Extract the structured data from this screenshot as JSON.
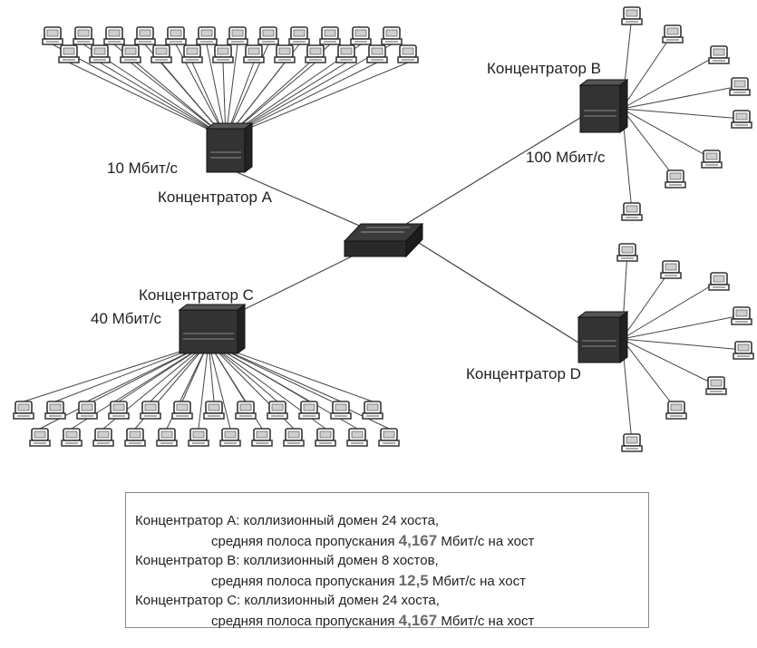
{
  "hubs": {
    "a": {
      "name": "Концентратор А",
      "speed": "10 Мбит/с"
    },
    "b": {
      "name": "Концентратор В",
      "speed": "100 Мбит/с"
    },
    "c": {
      "name": "Концентратор С",
      "speed": "40 Мбит/с"
    },
    "d": {
      "name": "Концентратор D"
    }
  },
  "legend": {
    "line1": "Концентратор А: коллизионный домен 24 хоста,",
    "line2_pre": "средняя полоса пропускания ",
    "line2_num": "4,167",
    "line2_post": " Мбит/с на хост",
    "line3": "Концентратор В: коллизионный домен 8 хостов,",
    "line4_pre": "средняя полоса пропускания ",
    "line4_num": "12,5",
    "line4_post": " Мбит/с на хост",
    "line5": "Концентратор С: коллизионный домен 24 хоста,",
    "line6_pre": "средняя полоса пропускания ",
    "line6_num": "4,167",
    "line6_post": " Мбит/с на хост"
  }
}
